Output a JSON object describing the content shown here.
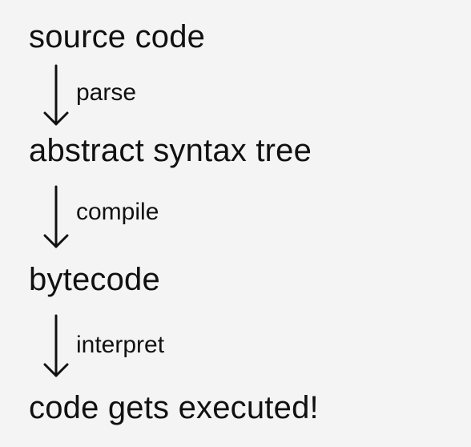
{
  "diagram": {
    "nodes": [
      {
        "label": "source code"
      },
      {
        "label": "abstract syntax tree"
      },
      {
        "label": "bytecode"
      },
      {
        "label": "code gets executed!"
      }
    ],
    "edges": [
      {
        "from": "source code",
        "to": "abstract syntax tree",
        "label": "parse"
      },
      {
        "from": "abstract syntax tree",
        "to": "bytecode",
        "label": "compile"
      },
      {
        "from": "bytecode",
        "to": "code gets executed!",
        "label": "interpret"
      }
    ]
  }
}
